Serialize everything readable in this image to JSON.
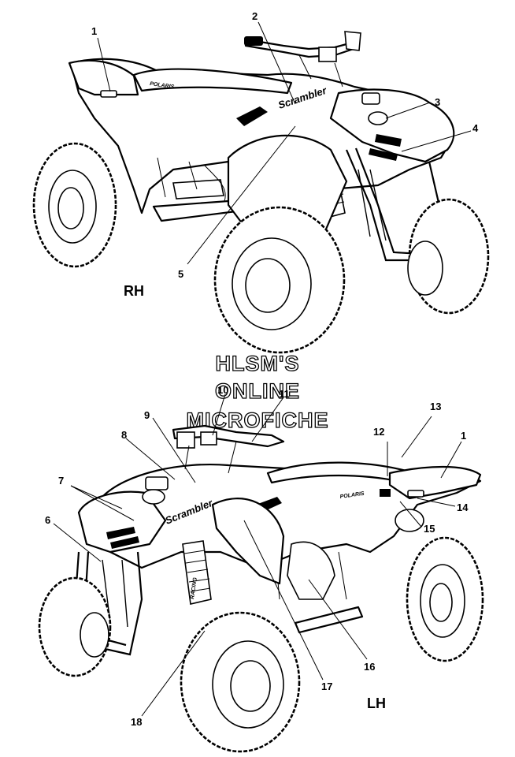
{
  "views": {
    "right": {
      "label": "RH"
    },
    "left": {
      "label": "LH"
    }
  },
  "watermark": {
    "line1": "HLSM'S",
    "line2": "ONLINE",
    "line3": "MICROFICHE"
  },
  "decals": {
    "model_name": "Scrambler",
    "brand": "POLARIS",
    "shock_text": "RACING"
  },
  "callouts": {
    "c1": "1",
    "c2": "2",
    "c3": "3",
    "c4": "4",
    "c5": "5",
    "c6": "6",
    "c7": "7",
    "c8": "8",
    "c9": "9",
    "c10": "10",
    "c11": "11",
    "c12": "12",
    "c13": "13",
    "c1b": "1",
    "c14": "14",
    "c15": "15",
    "c16": "16",
    "c17": "17",
    "c18": "18"
  }
}
